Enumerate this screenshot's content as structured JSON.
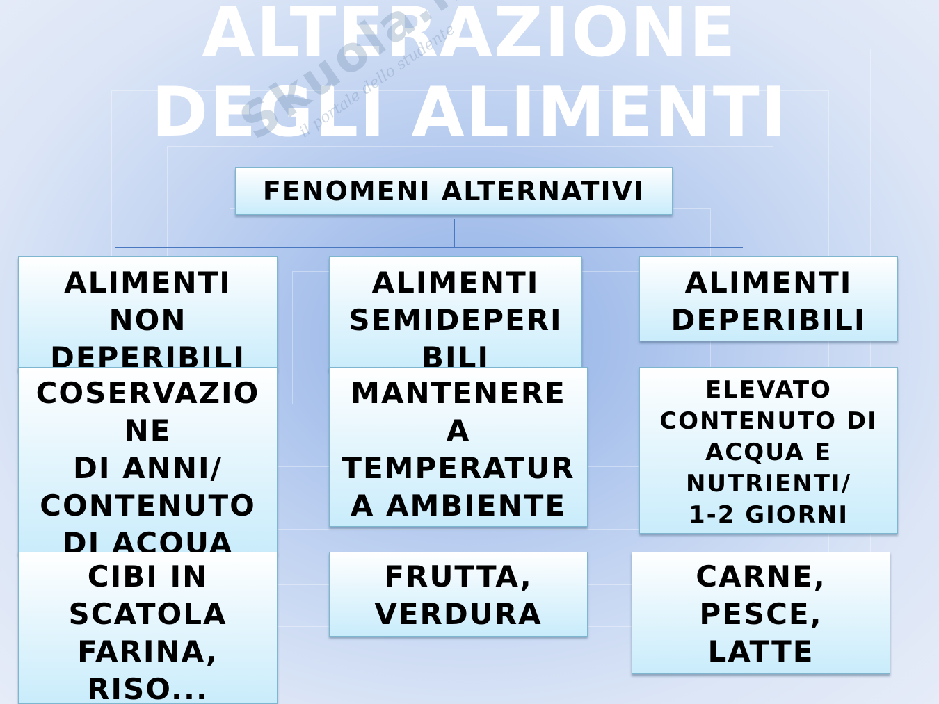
{
  "title": {
    "line1": "ALTERAZIONE",
    "line2": "DEGLI ALIMENTI"
  },
  "watermark": {
    "main": "Skuola.net",
    "sub": "il portale dello studente"
  },
  "root": {
    "label": "FENOMENI ALTERNATIVI"
  },
  "columns": [
    {
      "category": "ALIMENTI\nNON\nDEPERIBILI",
      "description": "COSERVAZIO\nNE\nDI ANNI/\nCONTENUTO\nDI ACQUA",
      "examples": "CIBI IN\nSCATOLA\nFARINA,\nRISO..."
    },
    {
      "category": "ALIMENTI\nSEMIDEPERI\nBILI",
      "description": "MANTENERE\nA\nTEMPERATUR\nA AMBIENTE",
      "examples": "FRUTTA,\nVERDURA"
    },
    {
      "category": "ALIMENTI\nDEPERIBILI",
      "description": "ELEVATO\nCONTENUTO DI\nACQUA E\nNUTRIENTI/\n1-2 GIORNI",
      "examples": "CARNE,\nPESCE,\nLATTE"
    }
  ]
}
